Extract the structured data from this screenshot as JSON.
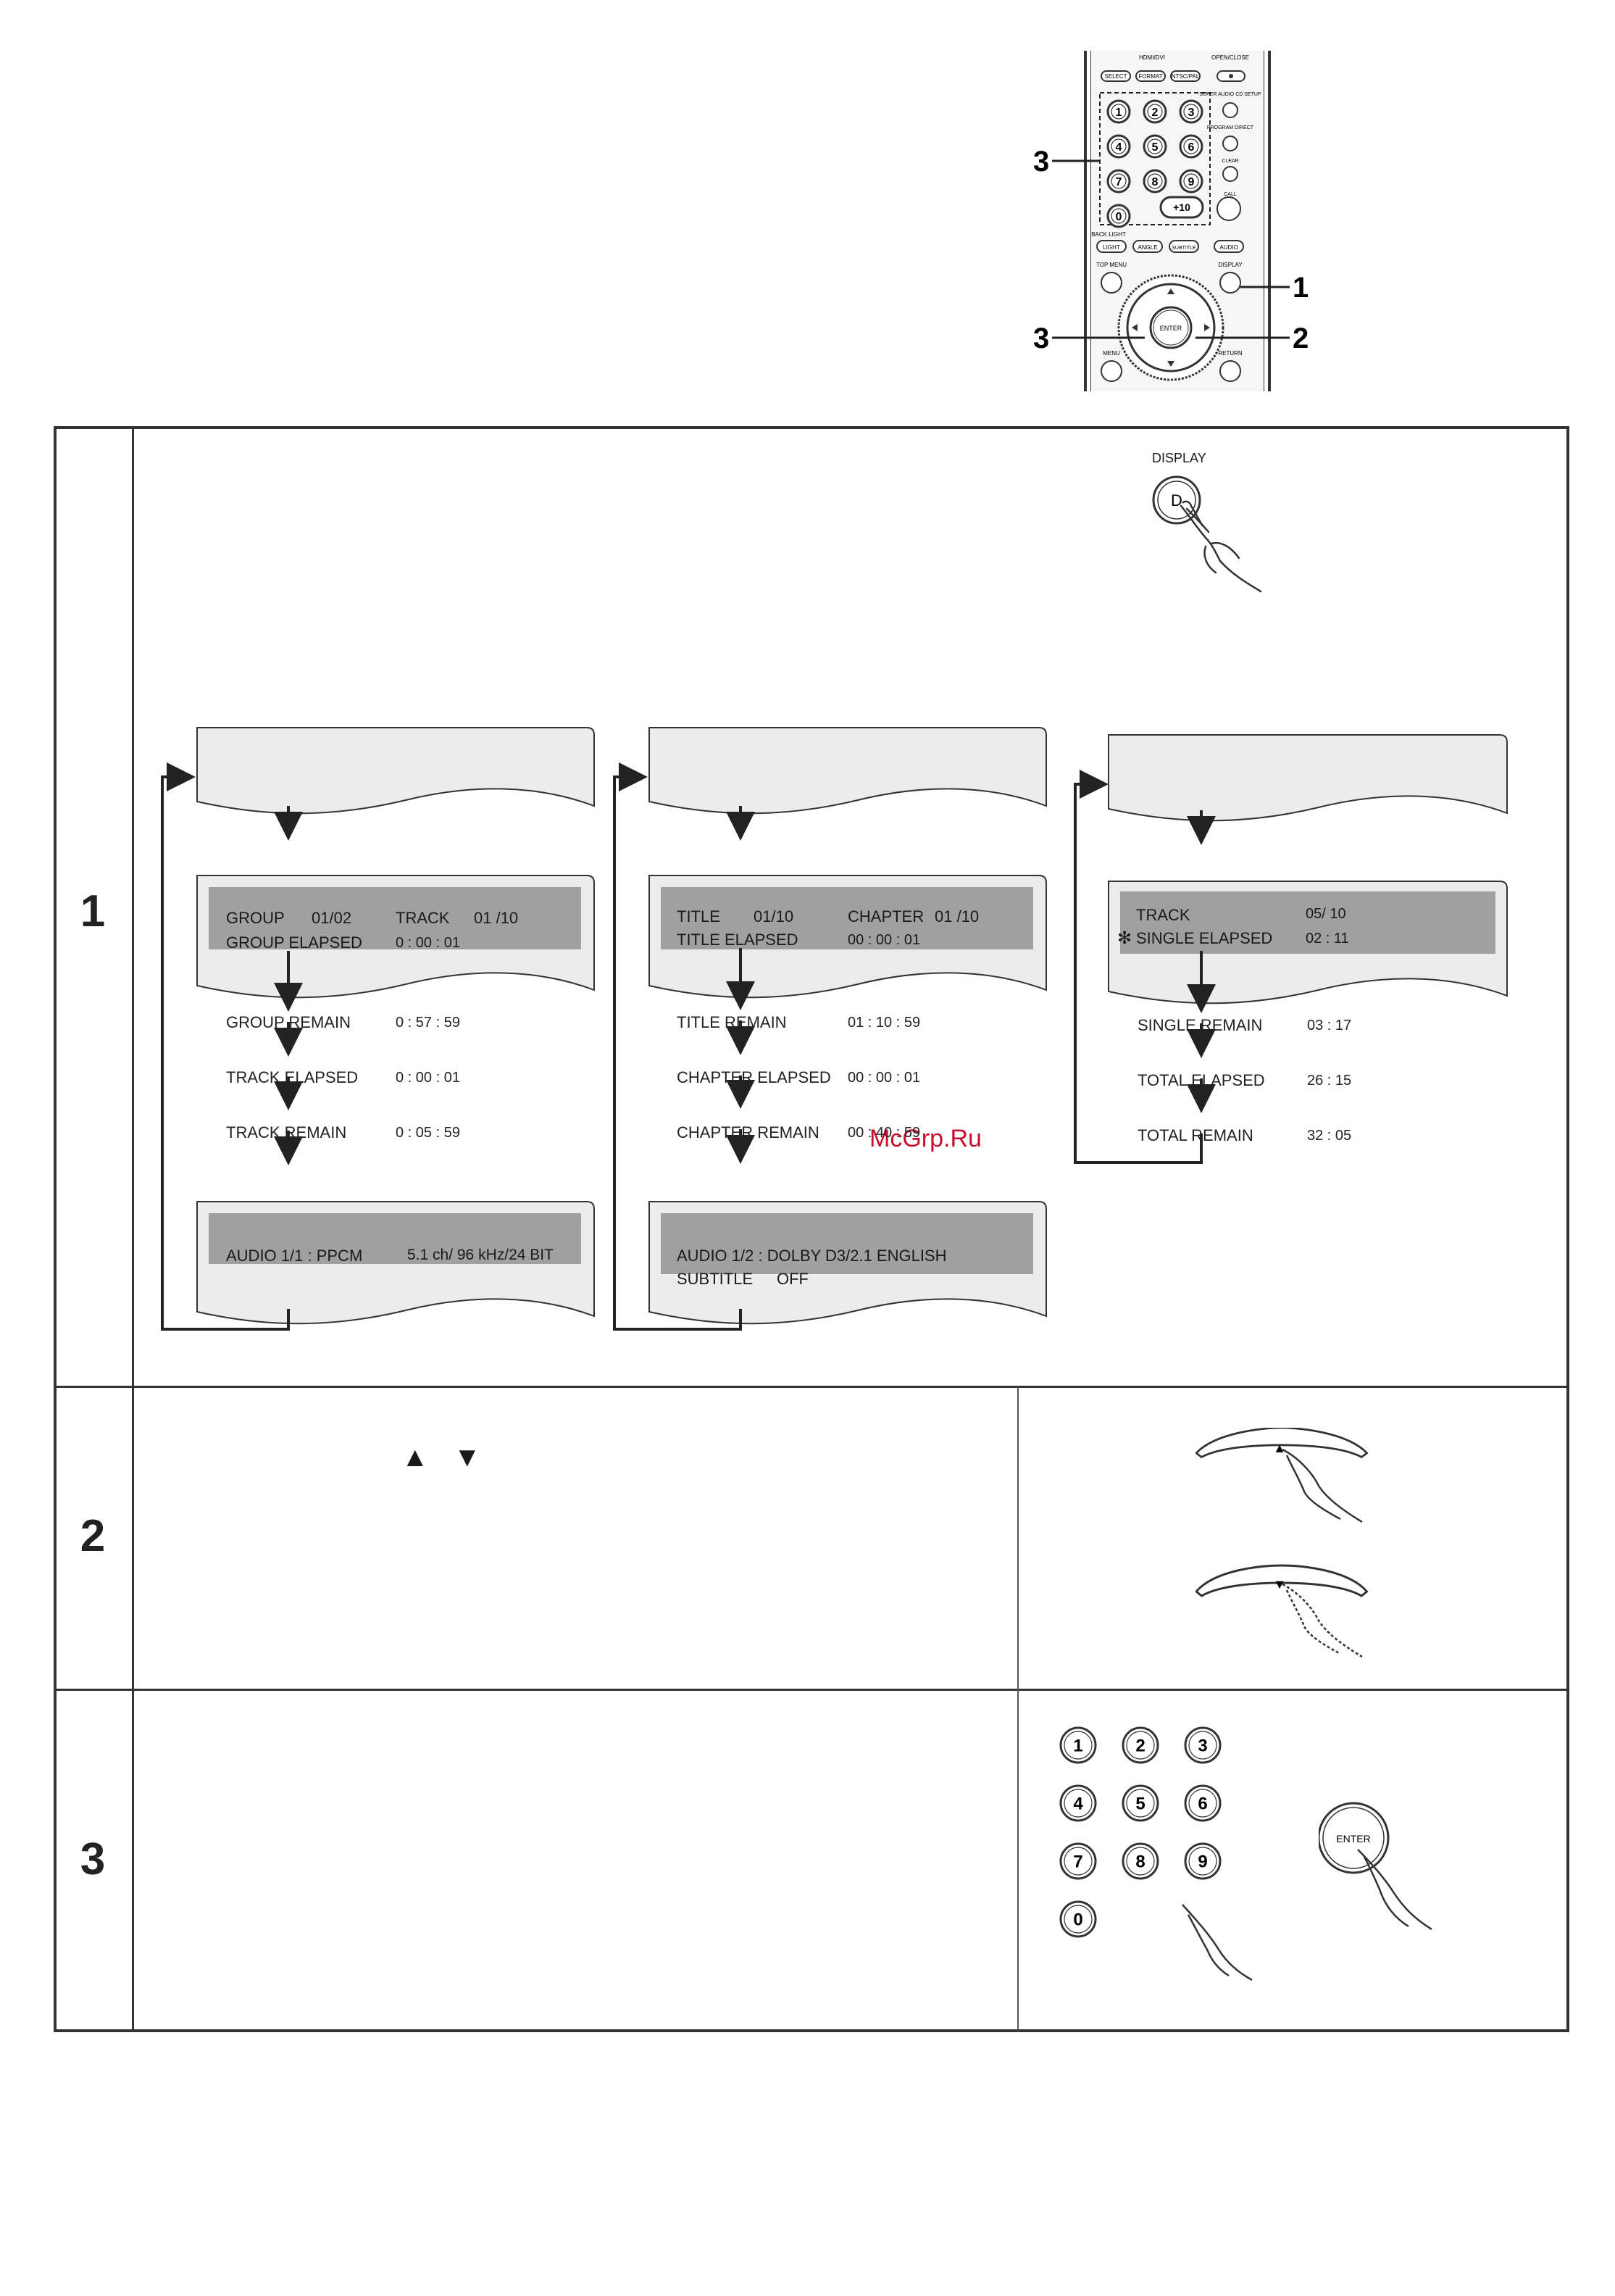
{
  "remote": {
    "callouts": {
      "numeric_keys": "3",
      "display": "1",
      "cursor": "2",
      "enter": "3"
    },
    "labels": {
      "hdmi_dvi": "HDMI/DVI",
      "select": "SELECT",
      "format": "FORMAT",
      "ntsc_pal": "NTSC/PAL",
      "open_close": "OPEN/CLOSE",
      "super_audio": "SUPER AUDIO CD SETUP",
      "program_direct": "PROGRAM DIRECT",
      "clear": "CLEAR",
      "call": "CALL",
      "backlight": "BACK LIGHT",
      "light": "LIGHT",
      "angle": "ANGLE",
      "subtitle": "SUBTITLE",
      "audio": "AUDIO",
      "top_menu": "TOP MENU",
      "display": "DISPLAY",
      "enter": "ENTER",
      "menu": "MENU",
      "return": "RETURN",
      "plus10": "+10",
      "keys": [
        "1",
        "2",
        "3",
        "4",
        "5",
        "6",
        "7",
        "8",
        "9",
        "0"
      ]
    }
  },
  "steps": [
    {
      "number": "1"
    },
    {
      "number": "2"
    },
    {
      "number": "3"
    }
  ],
  "step1": {
    "display_button": {
      "label": "DISPLAY",
      "key": "D"
    },
    "col1": {
      "screen1": {
        "l1a": "GROUP",
        "l1b": "01/02",
        "l1c": "TRACK",
        "l1d": "01  /10",
        "l2a": "GROUP ELAPSED",
        "l2b": "0 : 00 : 01"
      },
      "items": [
        {
          "label": "GROUP REMAIN",
          "value": "0 : 57 : 59"
        },
        {
          "label": "TRACK ELAPSED",
          "value": "0 : 00 : 01"
        },
        {
          "label": "TRACK REMAIN",
          "value": "0 : 05 : 59"
        }
      ],
      "screen2": {
        "l1a": "AUDIO  1/1  :  PPCM",
        "l1b": "5.1 ch/   96 kHz/24 BIT"
      }
    },
    "col2": {
      "screen1": {
        "l1a": "TITLE",
        "l1b": "01/10",
        "l1c": "CHAPTER",
        "l1d": "01  /10",
        "l2a": "TITLE  ELAPSED",
        "l2b": "00 : 00 : 01"
      },
      "items": [
        {
          "label": "TITLE REMAIN",
          "value": "01 : 10 : 59"
        },
        {
          "label": "CHAPTER ELAPSED",
          "value": "00 : 00 : 01"
        },
        {
          "label": "CHAPTER REMAIN",
          "value": "00 : 40 : 59"
        }
      ],
      "screen2": {
        "l1": "AUDIO  1/2  :  DOLBY  D3/2.1  ENGLISH",
        "l2a": "SUBTITLE",
        "l2b": "OFF"
      }
    },
    "col3": {
      "screen1": {
        "l1a": "TRACK",
        "l1b": "05/ 10",
        "star": "✻",
        "l2a": "SINGLE ELAPSED",
        "l2b": "02 : 11"
      },
      "items": [
        {
          "label": "SINGLE REMAIN",
          "value": "03 : 17"
        },
        {
          "label": "TOTAL ELAPSED",
          "value": "26 : 15"
        },
        {
          "label": "TOTAL REMAIN",
          "value": "32 : 05"
        }
      ]
    },
    "watermark": "McGrp.Ru"
  },
  "step2": {
    "up_symbol": "▲",
    "down_symbol": "▼",
    "btn_up": "▲",
    "btn_down": "▼"
  },
  "step3": {
    "keys": [
      "1",
      "2",
      "3",
      "4",
      "5",
      "6",
      "7",
      "8",
      "9",
      "0"
    ],
    "enter": "ENTER"
  },
  "colors": {
    "screen_gray": "#a0a0a0",
    "panel_gray": "#ececec",
    "border": "#333333",
    "watermark": "#c8102e"
  }
}
